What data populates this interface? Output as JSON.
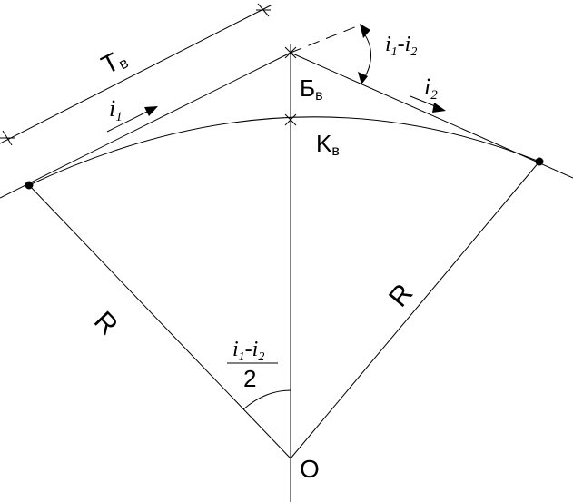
{
  "colors": {
    "stroke": "#000000",
    "background": "#ffffff"
  },
  "labels": {
    "tangent_length": {
      "main": "T",
      "sub": "в"
    },
    "bisector": {
      "main": "Б",
      "sub": "в"
    },
    "curve_length": {
      "main": "K",
      "sub": "в"
    },
    "grade_1": {
      "main": "i",
      "sub": "1"
    },
    "grade_2": {
      "main": "i",
      "sub": "2"
    },
    "grade_diff": {
      "a": "i",
      "a_sub": "1",
      "dash": "-",
      "b": "i",
      "b_sub": "2"
    },
    "radius_left": "R",
    "radius_right": "R",
    "center": "O",
    "half_angle": {
      "numerator": {
        "a": "i",
        "a_sub": "1",
        "dash": "-",
        "b": "i",
        "b_sub": "2"
      },
      "denominator": "2"
    }
  }
}
